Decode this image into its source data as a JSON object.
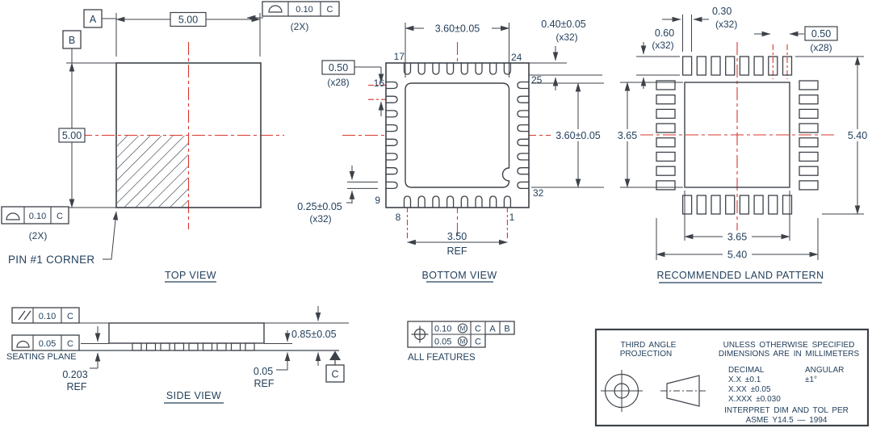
{
  "colors": {
    "line": "#3d4249",
    "text": "#24405c",
    "centerline_red": "#da352c",
    "background": "#ffffff"
  },
  "top_view": {
    "label": "TOP VIEW",
    "datum_a": "A",
    "datum_b": "B",
    "width_dim": "5.00",
    "height_dim": "5.00",
    "profile_tol_top": "0.10",
    "profile_datum_top": "C",
    "qty_top": "(2X)",
    "profile_tol_left": "0.10",
    "profile_datum_left": "C",
    "qty_left": "(2X)",
    "pin1_note": "PIN #1 CORNER"
  },
  "bottom_view": {
    "label": "BOTTOM VIEW",
    "pad_width": "3.60±0.05",
    "pad_height": "3.60±0.05",
    "pin_length": "0.40±0.05",
    "pin_length_qty": "(x32)",
    "pitch": "0.50",
    "pitch_qty": "(x28)",
    "pin_width": "0.25±0.05",
    "pin_width_qty": "(x32)",
    "span": "3.50",
    "span_ref": "REF",
    "pin_17": "17",
    "pin_24": "24",
    "pin_16": "16",
    "pin_25": "25",
    "pin_9": "9",
    "pin_32": "32",
    "pin_8": "8",
    "pin_1": "1"
  },
  "land_pattern": {
    "label": "RECOMMENDED LAND PATTERN",
    "pad_w": "0.30",
    "pad_w_qty": "(x32)",
    "pad_len": "0.60",
    "pad_len_qty": "(x32)",
    "pitch": "0.50",
    "pitch_qty": "(x28)",
    "inner_h": "3.65",
    "outer_h": "5.40",
    "inner_w": "3.65",
    "outer_w": "5.40"
  },
  "side_view": {
    "label": "SIDE VIEW",
    "parallelism_tol": "0.10",
    "parallelism_datum": "C",
    "flatness_tol": "0.05",
    "flatness_datum": "C",
    "seating_plane": "SEATING PLANE",
    "standoff": "0.203",
    "standoff_ref": "REF",
    "height": "0.85±0.05",
    "lead_thk": "0.05",
    "lead_thk_ref": "REF",
    "datum_c": "C"
  },
  "position_fcf": {
    "tol1": "0.10",
    "mod1": "M",
    "d1a": "C",
    "d1b": "A",
    "d1c": "B",
    "tol2": "0.05",
    "mod2": "M",
    "d2a": "C",
    "note": "ALL FEATURES"
  },
  "title_block": {
    "proj1": "THIRD ANGLE",
    "proj2": "PROJECTION",
    "spec1": "UNLESS OTHERWISE SPECIFIED",
    "spec2": "DIMENSIONS ARE IN MILLIMETERS",
    "dec_h": "DECIMAL",
    "dec1": "X.X ±0.1",
    "dec2": "X.XX ±0.05",
    "dec3": "X.XXX ±0.030",
    "ang_h": "ANGULAR",
    "ang1": "±1°",
    "interp1": "INTERPRET DIM AND TOL PER",
    "interp2": "ASME Y14.5 — 1994"
  }
}
